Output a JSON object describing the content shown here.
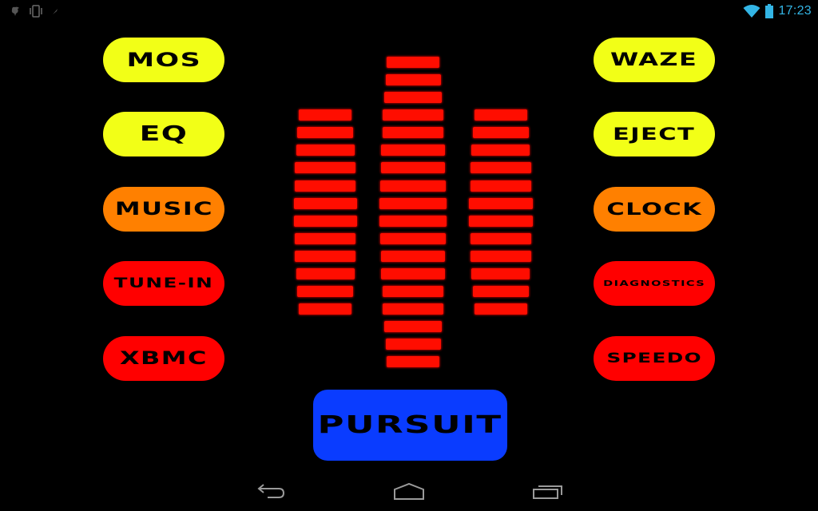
{
  "status_bar": {
    "left_icons": [
      "notification-bird-icon",
      "vibrate-icon",
      "signal-slash-icon"
    ],
    "right_icons": [
      "wifi-icon",
      "battery-icon"
    ],
    "time": "17:23",
    "accent_color": "#33b5e5"
  },
  "left_buttons": [
    {
      "label": "MOS",
      "color": "#f2ff17"
    },
    {
      "label": "EQ",
      "color": "#f2ff17"
    },
    {
      "label": "MUSIC",
      "color": "#ff8000"
    },
    {
      "label": "TUNE-IN",
      "color": "#ff0000"
    },
    {
      "label": "XBMC",
      "color": "#ff0000"
    }
  ],
  "right_buttons": [
    {
      "label": "WAZE",
      "color": "#f2ff17"
    },
    {
      "label": "EJECT",
      "color": "#f2ff17"
    },
    {
      "label": "CLOCK",
      "color": "#ff8000"
    },
    {
      "label": "DIAGNOSTICS",
      "color": "#ff0000"
    },
    {
      "label": "SPEEDO",
      "color": "#ff0000"
    }
  ],
  "equalizer": {
    "bar_color": "#ff0d00",
    "columns": [
      {
        "name": "left",
        "bar_count": 12
      },
      {
        "name": "center",
        "bar_count": 18
      },
      {
        "name": "right",
        "bar_count": 12
      }
    ]
  },
  "pursuit": {
    "label": "PURSUIT",
    "color": "#0a3cff"
  },
  "nav_bar": {
    "buttons": [
      "back-icon",
      "home-icon",
      "recent-apps-icon"
    ]
  }
}
